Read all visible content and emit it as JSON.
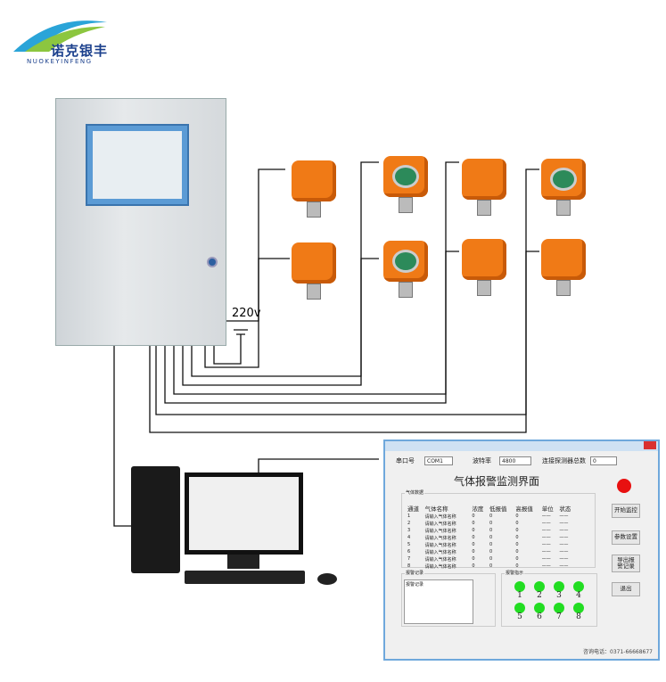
{
  "logo": {
    "name_cn": "诺克银丰",
    "name_en": "NUOKEYINFENG"
  },
  "power_label": "220v",
  "software": {
    "serial_label": "串口号",
    "serial_value": "COM1",
    "baud_label": "波特率",
    "baud_value": "4800",
    "total_label": "连接探测器总数",
    "total_value": "0",
    "main_title": "气体报警监测界面",
    "data_group": "气体数据",
    "columns": [
      "通道",
      "气体名称",
      "浓度",
      "低报值",
      "高报值",
      "单位",
      "状态"
    ],
    "rows": [
      [
        "1",
        "请输入气体名称",
        "0",
        "0",
        "0",
        "——",
        "——"
      ],
      [
        "2",
        "请输入气体名称",
        "0",
        "0",
        "0",
        "——",
        "——"
      ],
      [
        "3",
        "请输入气体名称",
        "0",
        "0",
        "0",
        "——",
        "——"
      ],
      [
        "4",
        "请输入气体名称",
        "0",
        "0",
        "0",
        "——",
        "——"
      ],
      [
        "5",
        "请输入气体名称",
        "0",
        "0",
        "0",
        "——",
        "——"
      ],
      [
        "6",
        "请输入气体名称",
        "0",
        "0",
        "0",
        "——",
        "——"
      ],
      [
        "7",
        "请输入气体名称",
        "0",
        "0",
        "0",
        "——",
        "——"
      ],
      [
        "8",
        "请输入气体名称",
        "0",
        "0",
        "0",
        "——",
        "——"
      ]
    ],
    "buttons": {
      "start": "开始监控",
      "params": "参数设置",
      "export": "导出报警记录",
      "exit": "退出"
    },
    "log_group": "报警记录",
    "log_text": "报警记录",
    "indicator_group": "报警指示",
    "indicators": [
      "1",
      "2",
      "3",
      "4",
      "5",
      "6",
      "7",
      "8"
    ],
    "footer": "咨询电话：0371-66668677",
    "colors": {
      "alarm": "#e81010",
      "ok": "#22dd22"
    }
  }
}
